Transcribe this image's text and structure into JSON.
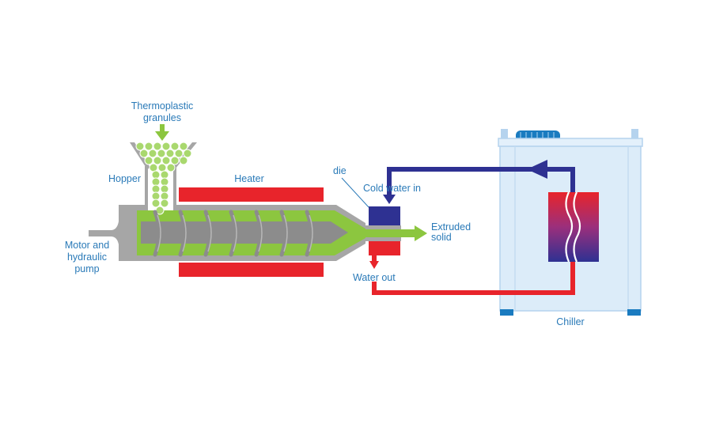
{
  "labels": {
    "granules_line1": "Thermoplastic",
    "granules_line2": "granules",
    "hopper": "Hopper",
    "heater": "Heater",
    "die": "die",
    "cold_water_in": "Cold water in",
    "extruded_line1": "Extruded",
    "extruded_line2": "solid",
    "motor_line1": "Motor and",
    "motor_line2": "hydraulic",
    "motor_line3": "pump",
    "water_out": "Water out",
    "chiller": "Chiller"
  },
  "colors": {
    "barrel": "#a6a6a6",
    "screw": "#8c8c8c",
    "molten_plastic": "#8cc63f",
    "granule": "#a9d86e",
    "heater": "#e8242b",
    "cold_water": "#2e3192",
    "hot_water": "#e8242b",
    "chiller_body": "#dcecf9",
    "chiller_outline": "#b5d3ee",
    "chiller_cap": "#1a7bc0",
    "label_text": "#2a7ab8"
  },
  "icons": {
    "granule_arrow": "arrow-down-icon",
    "extruded_arrow": "arrow-right-icon",
    "cold_water_arrow": "arrow-down-icon",
    "water_out_arrow": "arrow-down-icon",
    "chiller_return_arrow": "arrow-left-icon"
  }
}
